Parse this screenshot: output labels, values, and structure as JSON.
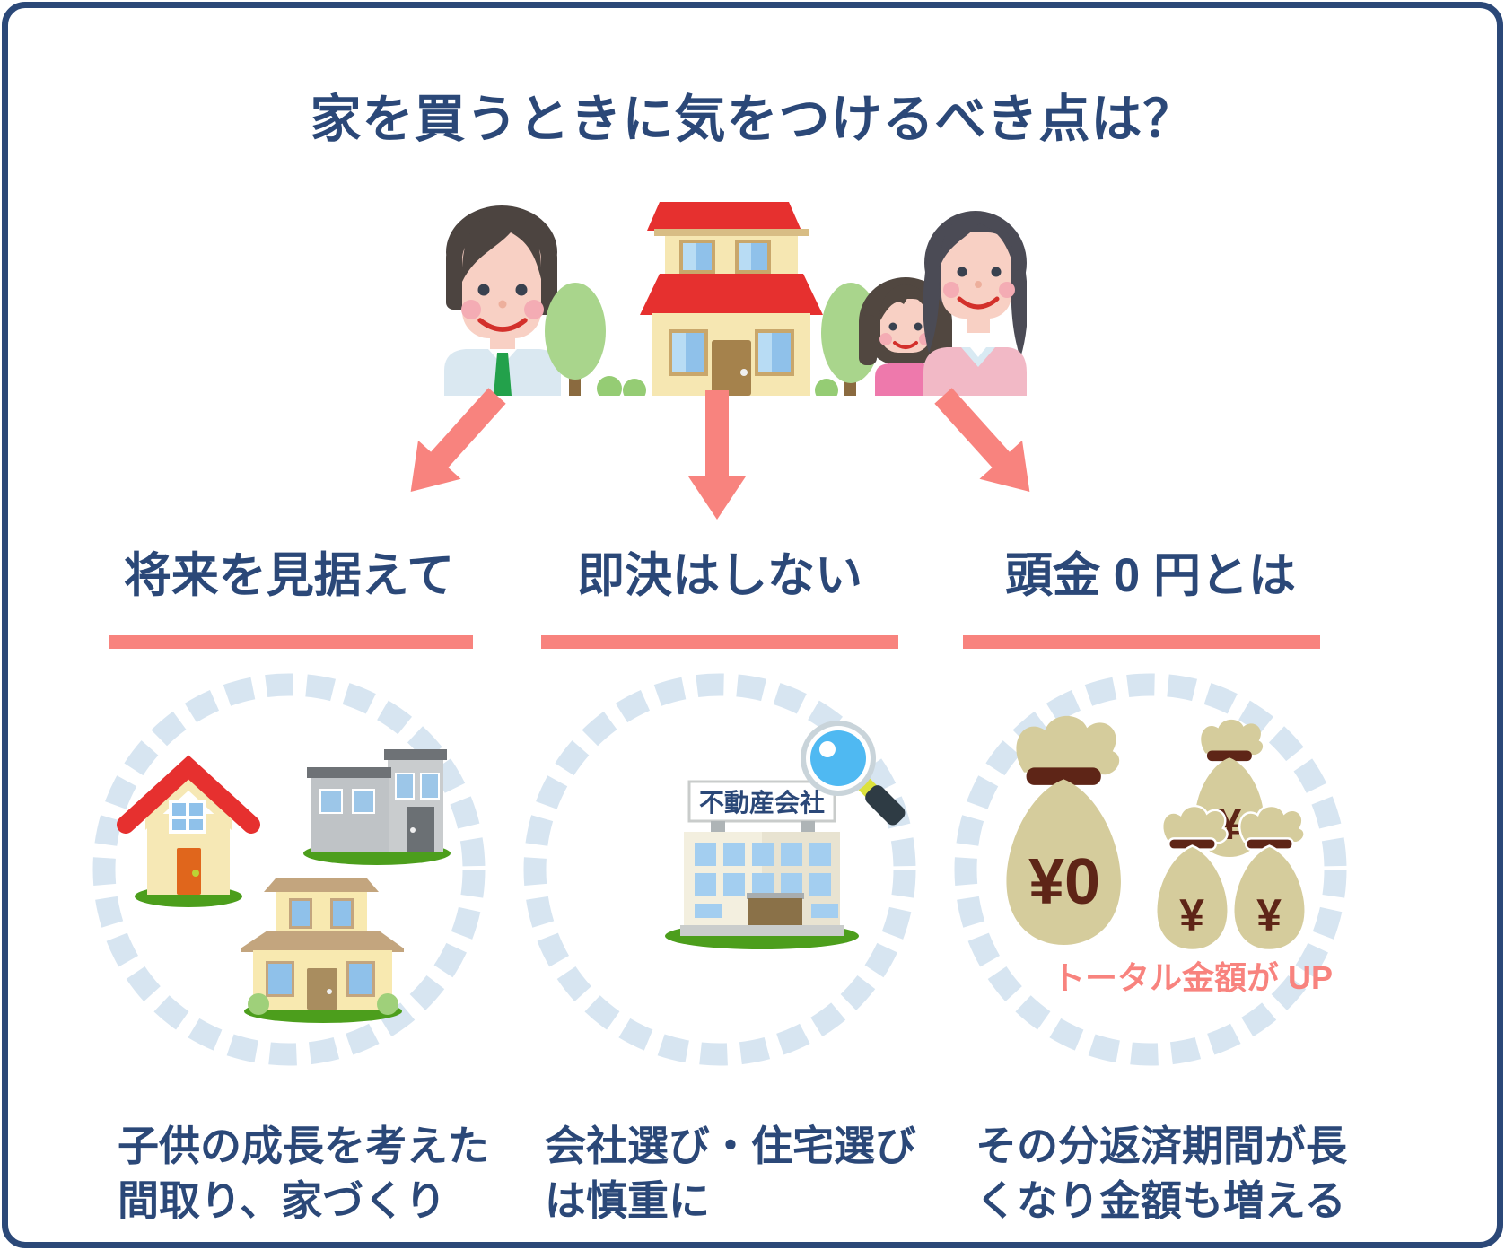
{
  "title": "家を買うときに気をつけるべき点は？",
  "colors": {
    "navy": "#2B4878",
    "salmon": "#F8837E",
    "ring_blue": "#D7E5F1",
    "grass_green": "#4C9E1C"
  },
  "columns": [
    {
      "heading": "将来を見据えて",
      "caption_lines": [
        "子供の成長を考えた",
        "間取り、家づくり"
      ]
    },
    {
      "heading": "即決はしない",
      "caption_lines": [
        "会社選び・住宅選び",
        "は慎重に"
      ],
      "sign_label": "不動産会社"
    },
    {
      "heading": "頭金 0 円とは",
      "caption_lines": [
        "その分返済期間が長",
        "くなり金額も増える"
      ],
      "big_bag_label": "¥0",
      "small_bag_label": "¥",
      "note": "トータル金額が UP"
    }
  ]
}
